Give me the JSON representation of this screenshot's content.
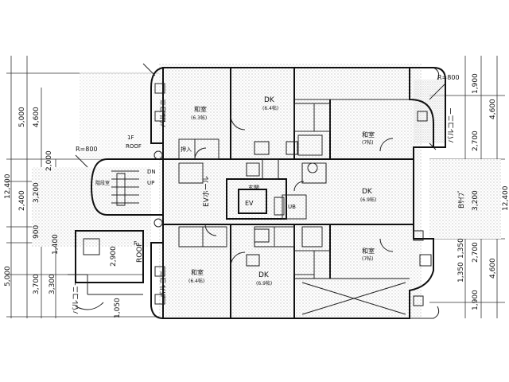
{
  "plan": {
    "background": "#ffffff",
    "ink": "#111111",
    "stipple": "#9a9a9a",
    "left_dims": [
      "5,000",
      "4,600",
      "2,000",
      "12,400",
      "3,200",
      "2,400",
      "900",
      "5,000",
      "3,700",
      "3,300",
      "1,050"
    ],
    "left_small_dims": [
      "1,400",
      "2,900"
    ],
    "right_dims": [
      "1,900",
      "4,600",
      "2,700",
      "3,200",
      "12,400",
      "1,350",
      "2,700",
      "4,600",
      "1,900",
      "1,350"
    ],
    "rooms": {
      "washitsu_upper_left": "和室",
      "washitsu_upper_left_size": "(6.3帖)",
      "dk_upper": "DK",
      "dk_upper_size": "(6.4帖)",
      "washitsu_upper_right": "和室",
      "washitsu_upper_right_size": "(7帖)",
      "dk_right": "DK",
      "dk_right_size": "(6.9帖)",
      "washitsu_lower_left": "和室",
      "washitsu_lower_left_size": "(6.4帖)",
      "dk_lower": "DK",
      "dk_lower_size": "(6.9帖)",
      "washitsu_lower_right": "和室",
      "washitsu_lower_right_size": "(7帖)",
      "oshiire": "押入",
      "genkan": "玄関",
      "ev": "EV",
      "ub": "UB",
      "stair_hall": "階段室",
      "hoho": "1F",
      "roof": "ROOF",
      "dn": "DN",
      "up": "UP",
      "balcony_upper": "バルコニー",
      "balcony_right": "バルコニー",
      "balcony_lower": "バルコニー",
      "balcony_bottom": "バルコニー",
      "bs": "Bｻｲﾌﾞ"
    },
    "annotations": {
      "radius_left": "R=800",
      "radius_right": "R=800",
      "floor_tag_lower": "F",
      "roof_lower": "ROOF",
      "ev_hall": "EVホール"
    }
  }
}
